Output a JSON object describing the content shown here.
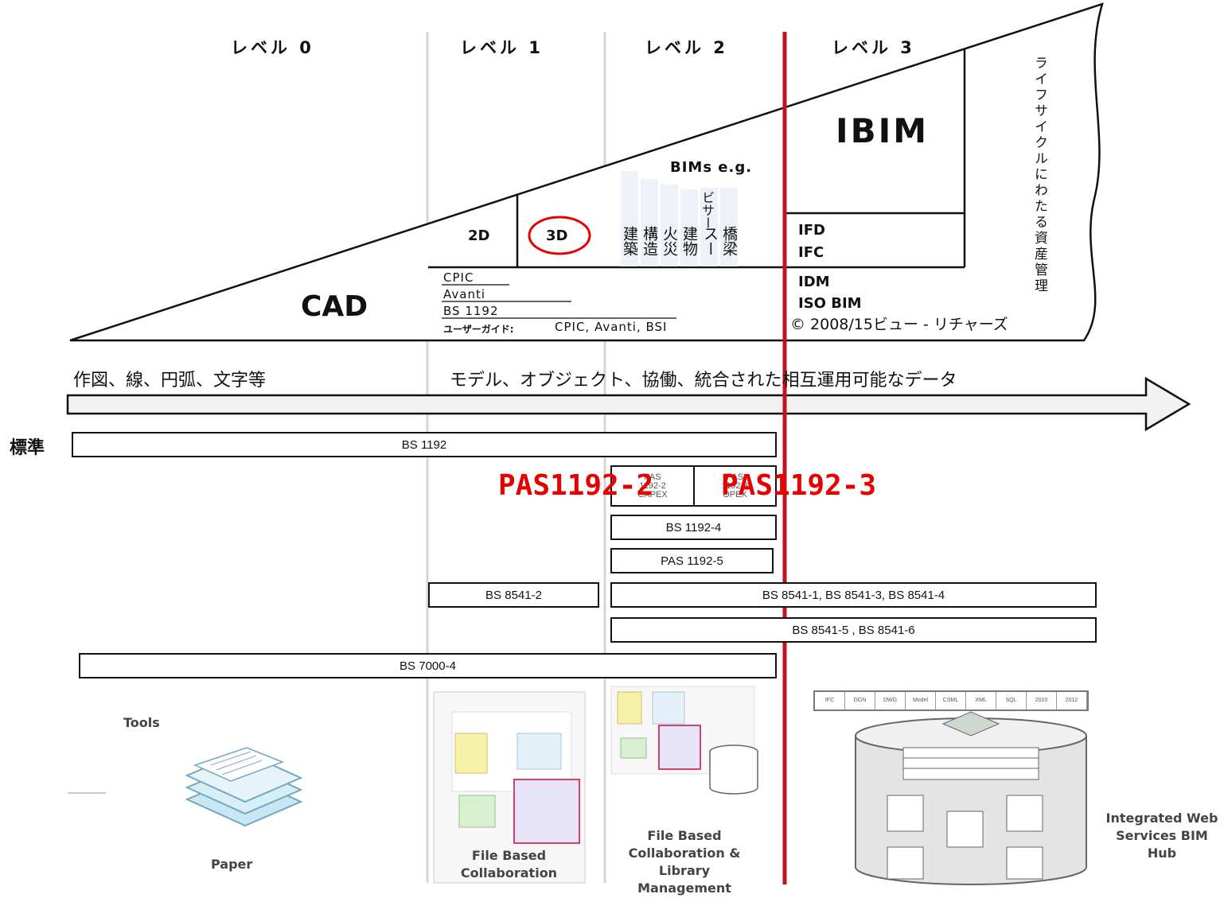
{
  "levels": [
    "レベル 0",
    "レベル 1",
    "レベル 2",
    "レベル 3"
  ],
  "wedge": {
    "cad": "CAD",
    "d2": "2D",
    "d3": "3D",
    "bims_eg": "BIMs e.g.",
    "bim_tags": [
      "建築",
      "構造",
      "火災",
      "建物",
      "ビサー",
      "スー",
      "橋梁"
    ],
    "ibim": "IBIM",
    "ifd": "IFD",
    "ifc": "IFC",
    "idm": "IDM",
    "iso_bim": "ISO BIM",
    "copyright": "© 2008/15ビュー - リチャーズ",
    "lifecycle": "ライフサイクルにわたる資産管理",
    "guides": [
      "CPIC",
      "Avanti",
      "BS 1192"
    ],
    "user_guide_label": "ユーザーガイド:",
    "user_guide_items": "CPIC, Avanti, BSI"
  },
  "arrow": {
    "left_text": "作図、線、円弧、文字等",
    "right_text": "モデル、オブジェクト、協働、統合された相互運用可能なデータ"
  },
  "standards": {
    "label": "標準",
    "bs1192": "BS 1192",
    "pas1192_2_small": [
      "PAS",
      "1192-2",
      "CAPEX"
    ],
    "pas1192_3_small": [
      "PAS",
      "1192-3",
      "OPEX"
    ],
    "pas1192_2_overlay": "PAS1192-2",
    "pas1192_3_overlay": "PAS1192-3",
    "bs1192_4": "BS 1192-4",
    "pas1192_5": "PAS 1192-5",
    "bs8541_2": "BS 8541-2",
    "bs8541_134": "BS 8541-1, BS 8541-3, BS 8541-4",
    "bs8541_56": "BS 8541-5 , BS 8541-6",
    "bs7000_4": "BS 7000-4"
  },
  "tools": {
    "label": "Tools",
    "paper": "Paper",
    "file_collab": "File Based Collaboration",
    "file_collab_lib": "File Based Collaboration & Library Management",
    "web_services": "Integrated Web Services BIM Hub",
    "formats": [
      "IFC",
      "DGN",
      "DWG",
      "Model",
      "CSML",
      "XML",
      "SQL",
      "2010",
      "2012"
    ]
  },
  "colors": {
    "red_line": "#c8101e",
    "overlay_red": "#e60000",
    "arrow_fill": "#f2f2f2"
  }
}
